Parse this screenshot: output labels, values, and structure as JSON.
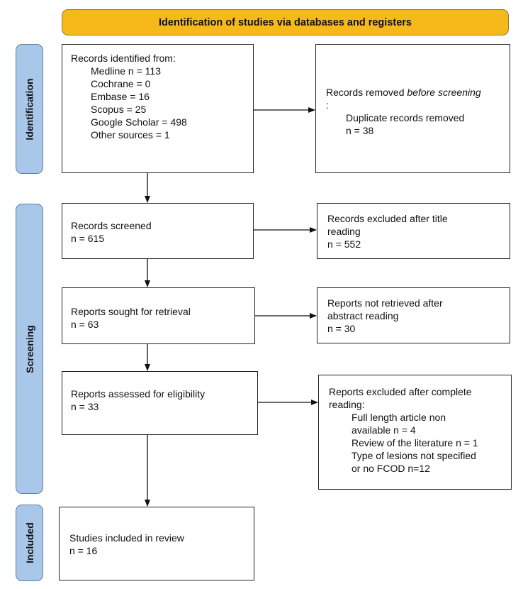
{
  "header": {
    "title": "Identification of studies via databases and registers"
  },
  "phases": {
    "identification": "Identification",
    "screening": "Screening",
    "included": "Included"
  },
  "identified": {
    "title": "Records identified from:",
    "sources": [
      "Medline n = 113",
      "Cochrane = 0",
      "Embase = 16",
      "Scopus = 25",
      "Google Scholar = 498",
      "Other sources = 1"
    ]
  },
  "removed": {
    "title_prefix": "Records removed ",
    "title_em": "before screening",
    "title_suffix": ":",
    "item": "Duplicate records removed",
    "count": "n = 38"
  },
  "screened": {
    "title": "Records screened",
    "count": "n = 615"
  },
  "excluded_title": {
    "line1": "Records excluded after title",
    "line2": "reading",
    "count": "n = 552"
  },
  "sought": {
    "title": "Reports sought for retrieval",
    "count": "n = 63"
  },
  "not_retrieved": {
    "line1": "Reports not retrieved after",
    "line2": "abstract reading",
    "count": "n = 30"
  },
  "assessed": {
    "title": "Reports assessed for eligibility",
    "count": "n = 33"
  },
  "excluded_full": {
    "line1": "Reports excluded after complete",
    "line2": "reading:",
    "items": [
      "Full length article non",
      "available n = 4",
      "Review of the literature n = 1",
      "Type of lesions not specified",
      "or no FCOD n=12"
    ]
  },
  "included": {
    "title": "Studies included in review",
    "count": "n = 16"
  }
}
